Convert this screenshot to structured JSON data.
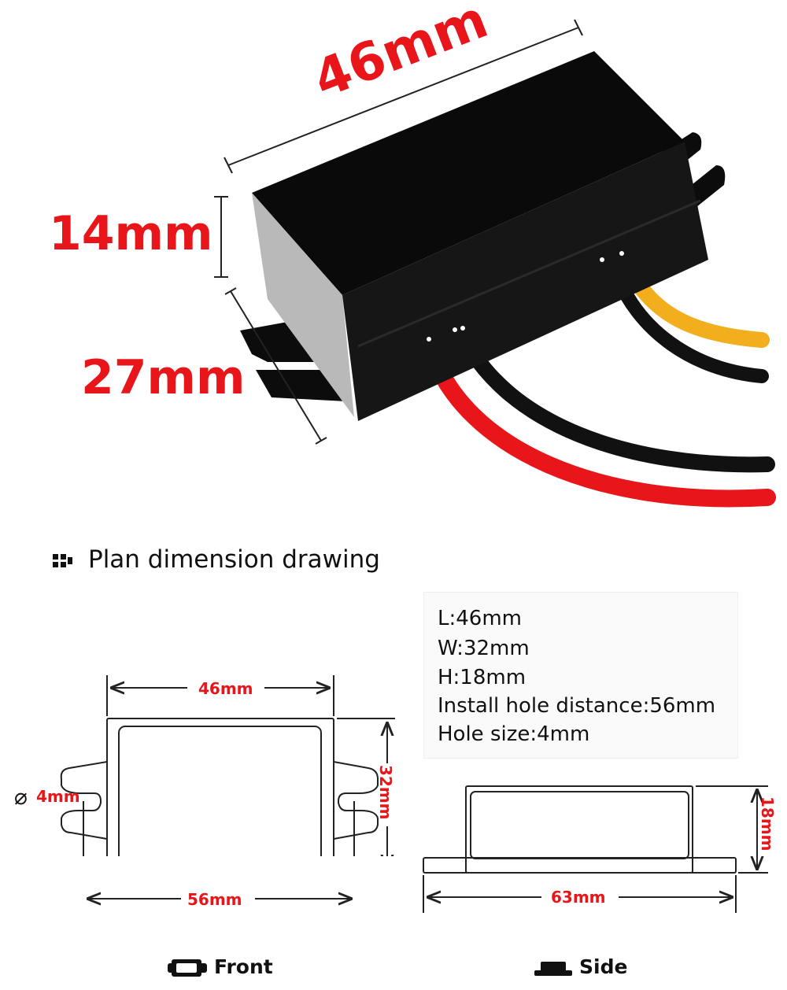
{
  "photo": {
    "length_label": "46mm",
    "height_label": "14mm",
    "width_label": "27mm",
    "wire_colors": [
      "#f2ae1c",
      "#111111",
      "#111111",
      "#e8161b"
    ]
  },
  "section_heading": "Plan dimension drawing",
  "specs": [
    "L:46mm",
    "W:32mm",
    "H:18mm",
    "Install hole distance:56mm",
    "Hole size:4mm"
  ],
  "front_view": {
    "top_dim": "46mm",
    "right_dim": "32mm",
    "bottom_dim": "56mm",
    "hole_symbol": "⌀",
    "hole_dim": "4mm",
    "caption": "Front"
  },
  "side_view": {
    "right_dim": "18mm",
    "bottom_dim": "63mm",
    "caption": "Side"
  },
  "icons": [
    "ruler-grid-icon",
    "front-view-icon",
    "side-view-icon"
  ]
}
